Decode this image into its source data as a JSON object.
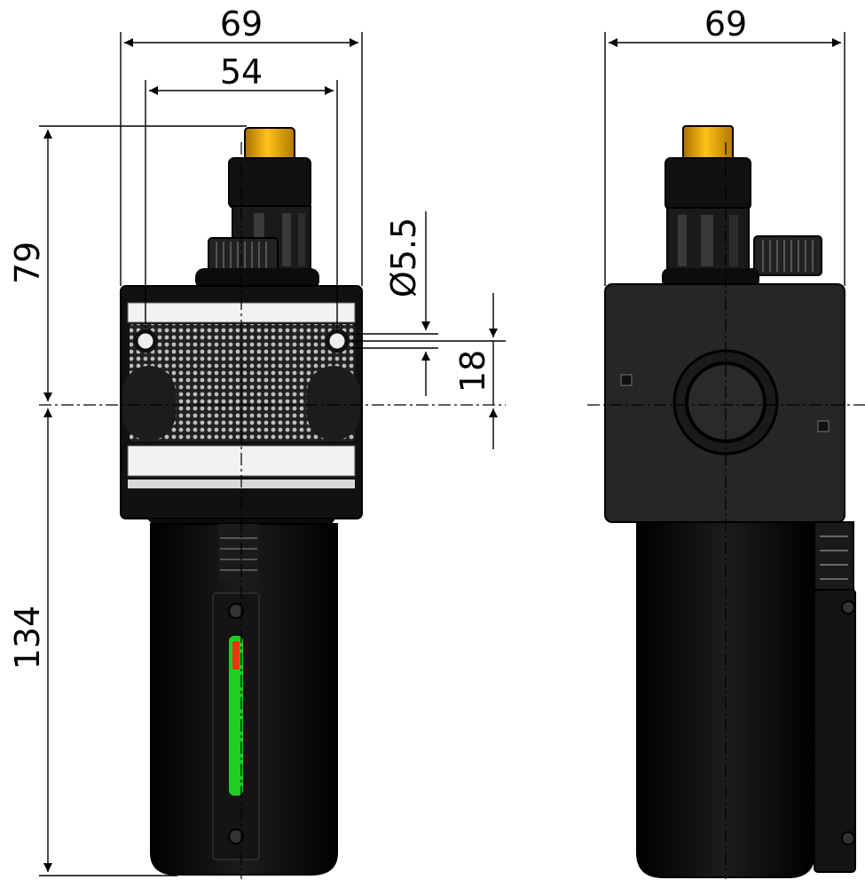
{
  "dimensions": {
    "front_width": "69",
    "hole_spacing": "54",
    "height_upper": "79",
    "height_lower": "134",
    "hole_diameter": "Ø5.5",
    "hole_offset": "18",
    "side_width": "69"
  },
  "colors": {
    "body": "#111111",
    "body_dark": "#000000",
    "brass": "#e0a000",
    "sight_green": "#22cc22",
    "sight_red": "#ee3311",
    "panel_light": "#f2f2f2"
  }
}
